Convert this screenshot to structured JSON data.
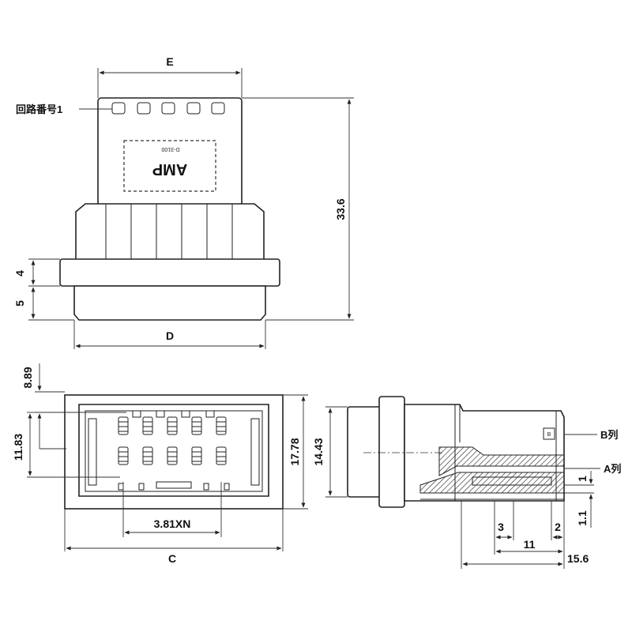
{
  "top_view": {
    "dim_E": "E",
    "dim_D": "D",
    "dim_height": "33.6",
    "dim_4": "4",
    "dim_5": "5",
    "circuit_label": "回路番号1",
    "part_code": "D-3100",
    "logo_text": "AMP"
  },
  "front_view": {
    "dim_8_89": "8.89",
    "dim_11_83": "11.83",
    "dim_17_78": "17.78",
    "dim_pitch": "3.81XN",
    "dim_C": "C",
    "rows": 2,
    "positions_per_row": 5
  },
  "side_view": {
    "dim_14_43": "14.43",
    "label_B_row": "B列",
    "label_A_row": "A列",
    "dim_1": "1",
    "dim_1_1": "1.1",
    "dim_3": "3",
    "dim_2": "2",
    "dim_11": "11",
    "dim_15_6": "15.6",
    "marker": "B"
  }
}
